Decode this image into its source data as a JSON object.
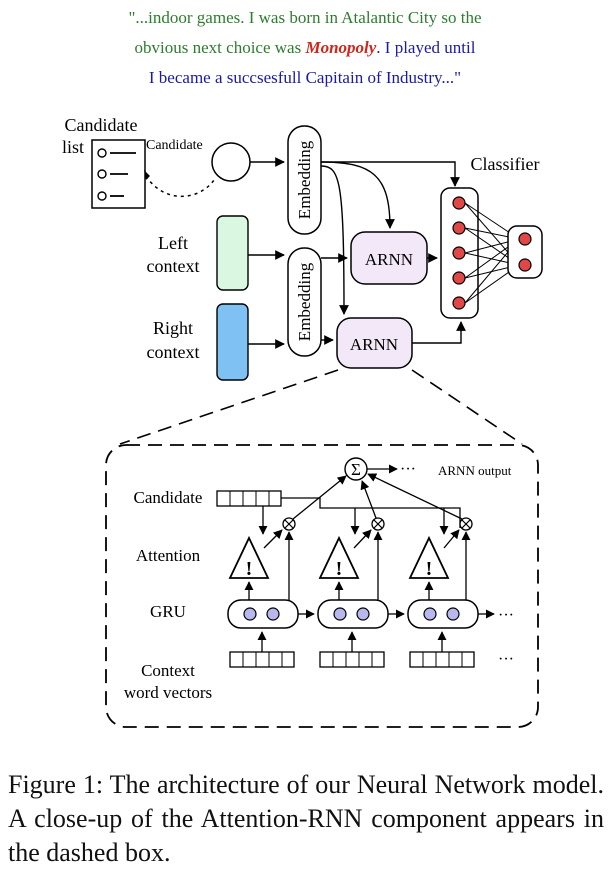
{
  "quote": {
    "line1": "\"...indoor games. I was born in Atalantic City so the",
    "line2_pre": "obvious next choice was ",
    "line2_em": "Monopoly",
    "line2_post": ". I played until",
    "line3": "I became a succsesfull Capitain of Industry...\""
  },
  "top": {
    "candidate_list_1": "Candidate",
    "candidate_list_2": "list",
    "candidate_arrow": "Candidate",
    "left_context_1": "Left",
    "left_context_2": "context",
    "right_context_1": "Right",
    "right_context_2": "context",
    "embedding": "Embedding",
    "arnn": "ARNN",
    "classifier": "Classifier"
  },
  "closeup": {
    "sum": "Σ",
    "ellipsis": "···",
    "arnn_output": "ARNN output",
    "candidate": "Candidate",
    "attention": "Attention",
    "gru": "GRU",
    "context_1": "Context",
    "context_2": "word vectors",
    "mult": "⊗",
    "excl": "!"
  },
  "caption": {
    "text": "Figure 1: The architecture of our Neural Network model. A close-up of the Attention-RNN component appears in the dashed box."
  },
  "colors": {
    "quote_green": "#2e7d2e",
    "quote_blue": "#1a1aa6",
    "monopoly_red": "#d0271d",
    "left_context_fill": "#d9f7e1",
    "right_context_fill": "#7fc1f2",
    "arnn_fill": "#f2e8f7",
    "node_red": "#e04848",
    "gru_fill": "#b8b8ee"
  }
}
